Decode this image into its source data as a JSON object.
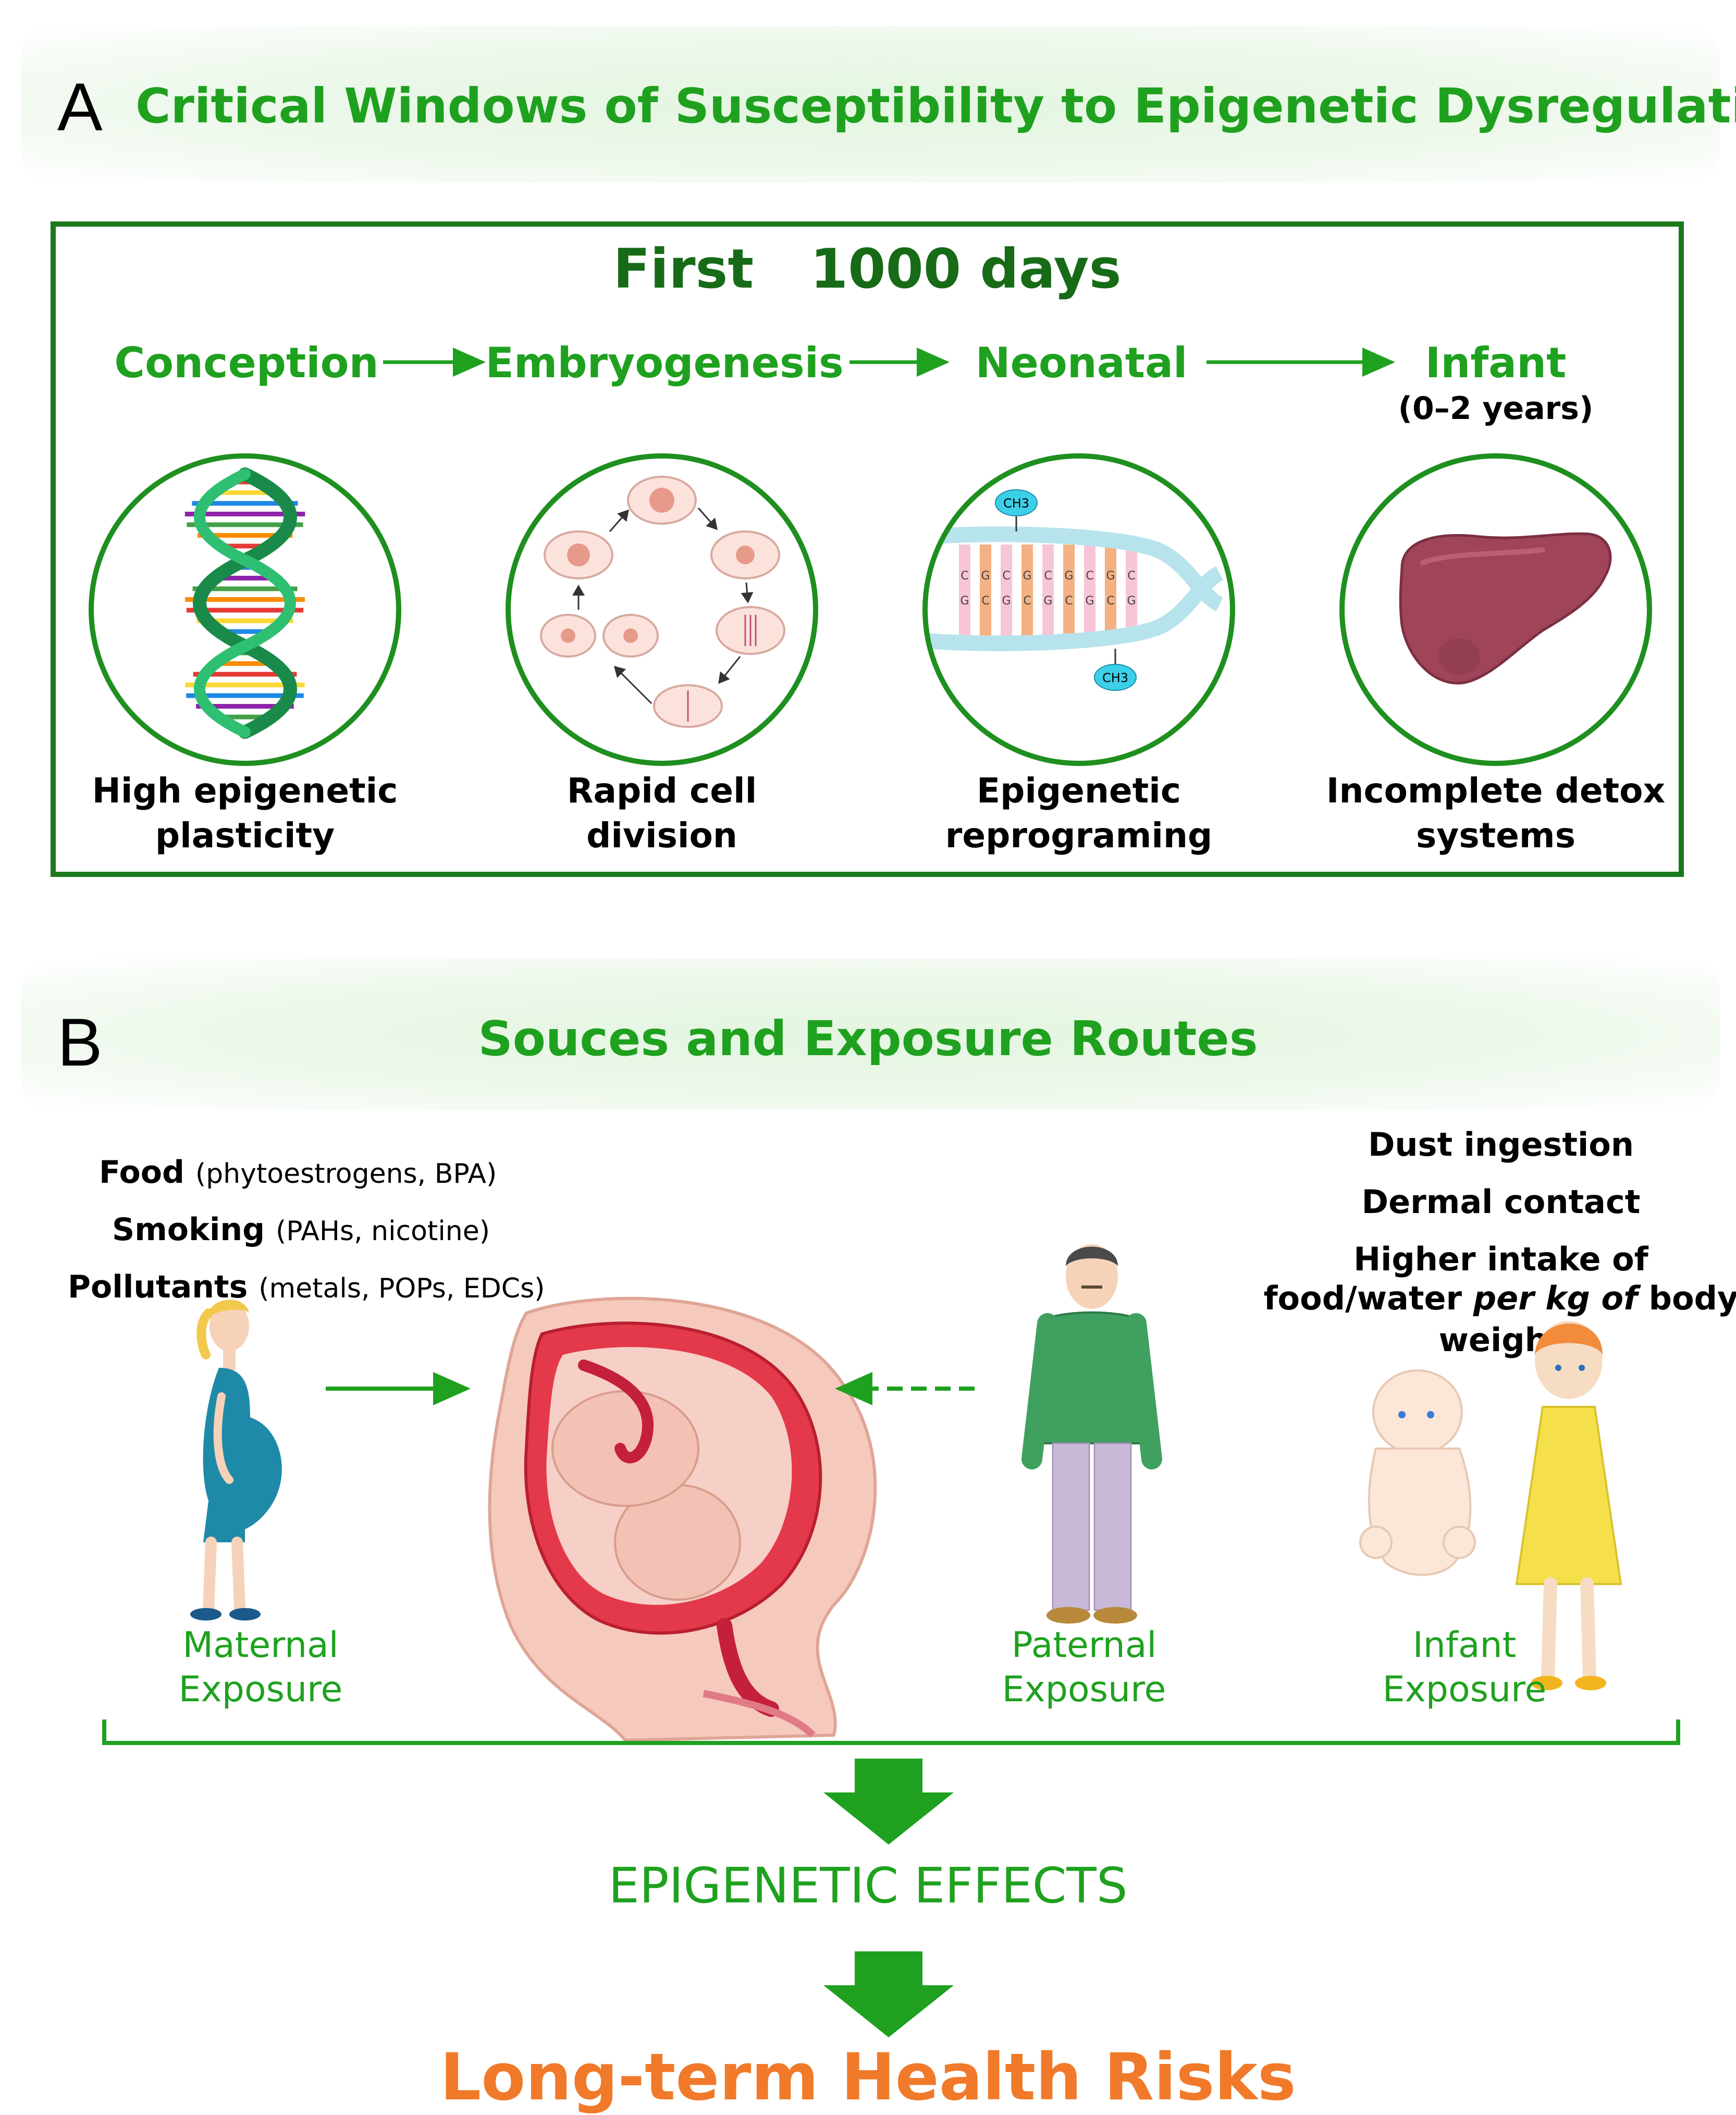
{
  "panel_a": {
    "letter": "A",
    "title": "Critical Windows of Susceptibility to Epigenetic Dysregulation",
    "box_title": "First   1000 days",
    "stages": [
      {
        "name": "Conception",
        "sub": "",
        "desc_line1": "High epigenetic",
        "desc_line2": "plasticity"
      },
      {
        "name": "Embryogenesis",
        "sub": "",
        "desc_line1": "Rapid cell",
        "desc_line2": "division"
      },
      {
        "name": "Neonatal",
        "sub": "",
        "desc_line1": "Epigenetic",
        "desc_line2": "reprograming"
      },
      {
        "name": "Infant",
        "sub": "(0–2 years)",
        "desc_line1": "Incomplete detox",
        "desc_line2": "systems"
      }
    ],
    "methyl_label": "CH3",
    "dna_bases_top": [
      "C",
      "G",
      "C",
      "G",
      "C",
      "G",
      "C",
      "G",
      "C"
    ],
    "dna_bases_bottom": [
      "G",
      "C",
      "G",
      "C",
      "G",
      "C",
      "G",
      "C",
      "G"
    ]
  },
  "panel_b": {
    "letter": "B",
    "title": "Souces and Exposure Routes",
    "sources": [
      {
        "name": "Food",
        "detail": "(phytoestrogens, BPA)"
      },
      {
        "name": "Smoking",
        "detail": "(PAHs, nicotine)"
      },
      {
        "name": "Pollutants",
        "detail": "(metals, POPs, EDCs)"
      }
    ],
    "infant_routes": {
      "line1": "Dust ingestion",
      "line2": "Dermal contact",
      "line3": "Higher intake of",
      "line4a": "food/water ",
      "line4b": "per kg of",
      "line4c": " body",
      "line5": "weight"
    },
    "maternal": {
      "line1": "Maternal",
      "line2": "Exposure"
    },
    "paternal": {
      "line1": "Paternal",
      "line2": "Exposure"
    },
    "infant": {
      "line1": "Infant",
      "line2": "Exposure"
    },
    "effects": "EPIGENETIC EFFECTS",
    "outcome": "Long-term Health Risks"
  },
  "colors": {
    "green": "#1fa11f",
    "dark_green": "#1b7a1b",
    "orange": "#f07a2a",
    "banner": "#e6f6e3"
  }
}
